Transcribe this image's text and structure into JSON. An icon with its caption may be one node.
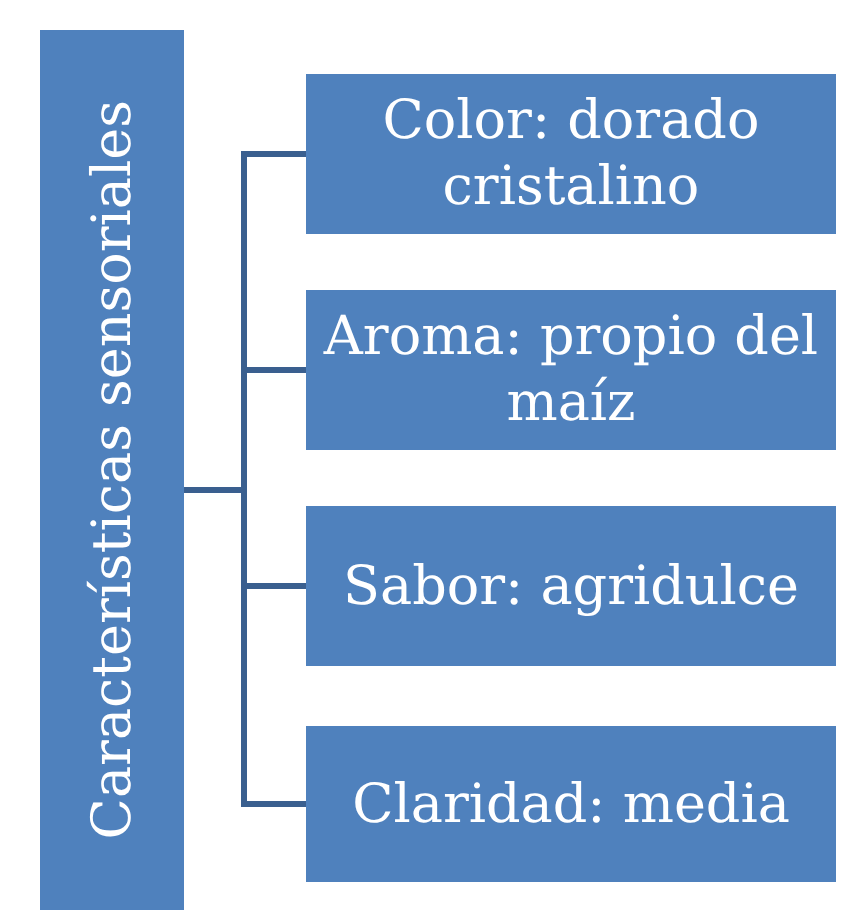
{
  "diagram": {
    "nodes": [
      {
        "text": [
          "Características sensoriales"
        ]
      },
      {
        "text": [
          "Color: dorado cristalino"
        ]
      },
      {
        "text": [
          "Aroma: propio del maíz"
        ]
      },
      {
        "text": [
          "Sabor: agridulce"
        ]
      },
      {
        "text": [
          "Claridad: media"
        ]
      }
    ],
    "edges": [
      {
        "from": 0,
        "to": 1,
        "arrow": "none"
      },
      {
        "from": 0,
        "to": 2,
        "arrow": "none"
      },
      {
        "from": 0,
        "to": 3,
        "arrow": "none"
      },
      {
        "from": 0,
        "to": 4,
        "arrow": "none"
      }
    ]
  }
}
